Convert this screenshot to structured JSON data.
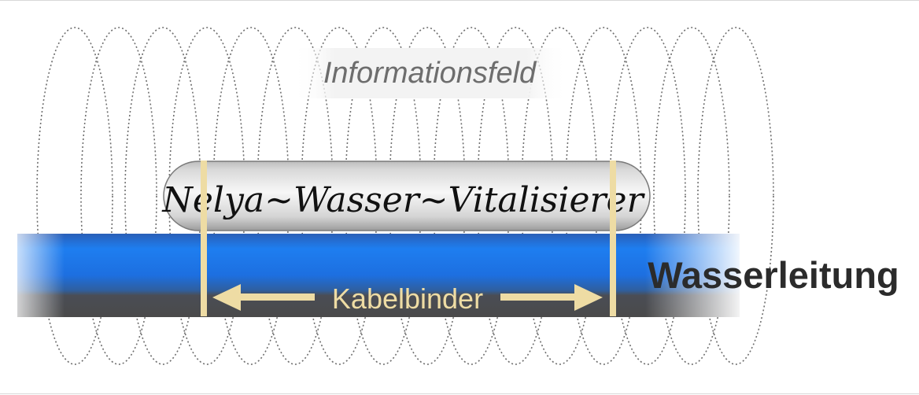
{
  "labels": {
    "field": "Informationsfeld",
    "device": "Nelya~Wasser~Vitalisierer",
    "pipe": "Wasserleitung",
    "ties": "Kabelbinder"
  },
  "colors": {
    "coil_stroke": "#6e6e6e",
    "pipe_blue": "#1d6fe0",
    "pipe_dark": "#4c4c4c",
    "tie": "#eedca4",
    "field_text": "#6d6d6d",
    "pipe_text": "#2b2b2b"
  }
}
